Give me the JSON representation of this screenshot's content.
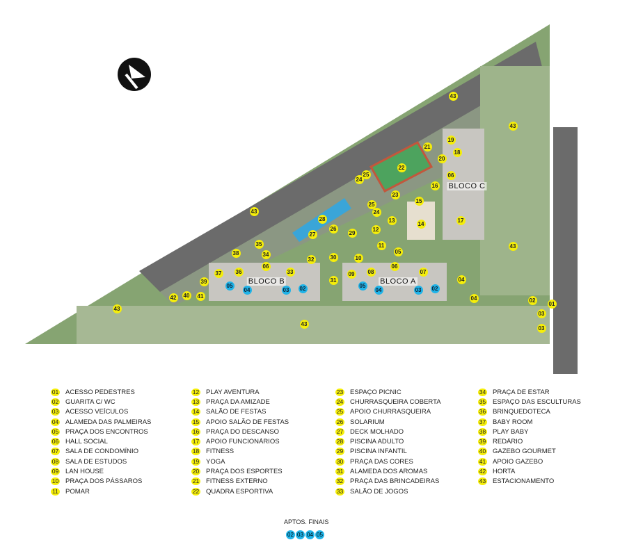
{
  "map": {
    "block_labels": [
      "BLOCO A",
      "BLOCO B",
      "BLOCO C"
    ],
    "markers": [
      "43",
      "43",
      "43",
      "43",
      "43",
      "43",
      "19",
      "18",
      "21",
      "20",
      "22",
      "06",
      "16",
      "25",
      "24",
      "23",
      "25",
      "24",
      "15",
      "28",
      "13",
      "14",
      "17",
      "26",
      "12",
      "27",
      "29",
      "11",
      "05",
      "30",
      "10",
      "32",
      "06",
      "09",
      "08",
      "07",
      "33",
      "04",
      "31",
      "04",
      "35",
      "38",
      "34",
      "06",
      "37",
      "36",
      "39",
      "42",
      "40",
      "41",
      "02",
      "01",
      "03",
      "03"
    ],
    "apartment_markers": [
      "03",
      "02",
      "05",
      "04",
      "03",
      "02",
      "05",
      "04"
    ],
    "colors": {
      "marker": "#f5ee0a",
      "apartment_marker": "#1fb3e8",
      "grass": "#7f9f6a",
      "road": "#6b6b6b"
    }
  },
  "legend": [
    {
      "n": "01",
      "label": "ACESSO PEDESTRES"
    },
    {
      "n": "02",
      "label": "GUARITA C/ WC"
    },
    {
      "n": "03",
      "label": "ACESSO VEÍCULOS"
    },
    {
      "n": "04",
      "label": "ALAMEDA DAS PALMEIRAS"
    },
    {
      "n": "05",
      "label": "PRAÇA DOS ENCONTROS"
    },
    {
      "n": "06",
      "label": "HALL SOCIAL"
    },
    {
      "n": "07",
      "label": "SALA DE CONDOMÍNIO"
    },
    {
      "n": "08",
      "label": "SALA DE ESTUDOS"
    },
    {
      "n": "09",
      "label": "LAN HOUSE"
    },
    {
      "n": "10",
      "label": "PRAÇA DOS PÁSSAROS"
    },
    {
      "n": "11",
      "label": "POMAR"
    },
    {
      "n": "12",
      "label": "PLAY AVENTURA"
    },
    {
      "n": "13",
      "label": "PRAÇA DA AMIZADE"
    },
    {
      "n": "14",
      "label": "SALÃO DE FESTAS"
    },
    {
      "n": "15",
      "label": "APOIO SALÃO DE FESTAS"
    },
    {
      "n": "16",
      "label": "PRAÇA DO DESCANSO"
    },
    {
      "n": "17",
      "label": "APOIO FUNCIONÁRIOS"
    },
    {
      "n": "18",
      "label": "FITNESS"
    },
    {
      "n": "19",
      "label": "YOGA"
    },
    {
      "n": "20",
      "label": "PRAÇA DOS ESPORTES"
    },
    {
      "n": "21",
      "label": "FITNESS EXTERNO"
    },
    {
      "n": "22",
      "label": "QUADRA ESPORTIVA"
    },
    {
      "n": "23",
      "label": "ESPAÇO PICNIC"
    },
    {
      "n": "24",
      "label": "CHURRASQUEIRA COBERTA"
    },
    {
      "n": "25",
      "label": "APOIO CHURRASQUEIRA"
    },
    {
      "n": "26",
      "label": "SOLARIUM"
    },
    {
      "n": "27",
      "label": "DECK MOLHADO"
    },
    {
      "n": "28",
      "label": "PISCINA ADULTO"
    },
    {
      "n": "29",
      "label": "PISCINA INFANTIL"
    },
    {
      "n": "30",
      "label": "PRAÇA DAS CORES"
    },
    {
      "n": "31",
      "label": "ALAMEDA DOS AROMAS"
    },
    {
      "n": "32",
      "label": "PRAÇA DAS BRINCADEIRAS"
    },
    {
      "n": "33",
      "label": "SALÃO DE JOGOS"
    },
    {
      "n": "34",
      "label": "PRAÇA DE ESTAR"
    },
    {
      "n": "35",
      "label": "ESPAÇO DAS ESCULTURAS"
    },
    {
      "n": "36",
      "label": "BRINQUEDOTECA"
    },
    {
      "n": "37",
      "label": "BABY ROOM"
    },
    {
      "n": "38",
      "label": "PLAY BABY"
    },
    {
      "n": "39",
      "label": "REDÁRIO"
    },
    {
      "n": "40",
      "label": "GAZEBO GOURMET"
    },
    {
      "n": "41",
      "label": "APOIO GAZEBO"
    },
    {
      "n": "42",
      "label": "HORTA"
    },
    {
      "n": "43",
      "label": "ESTACIONAMENTO"
    }
  ],
  "aptos": {
    "title": "APTOS. FINAIS",
    "finals": [
      "02",
      "03",
      "04",
      "05"
    ]
  }
}
